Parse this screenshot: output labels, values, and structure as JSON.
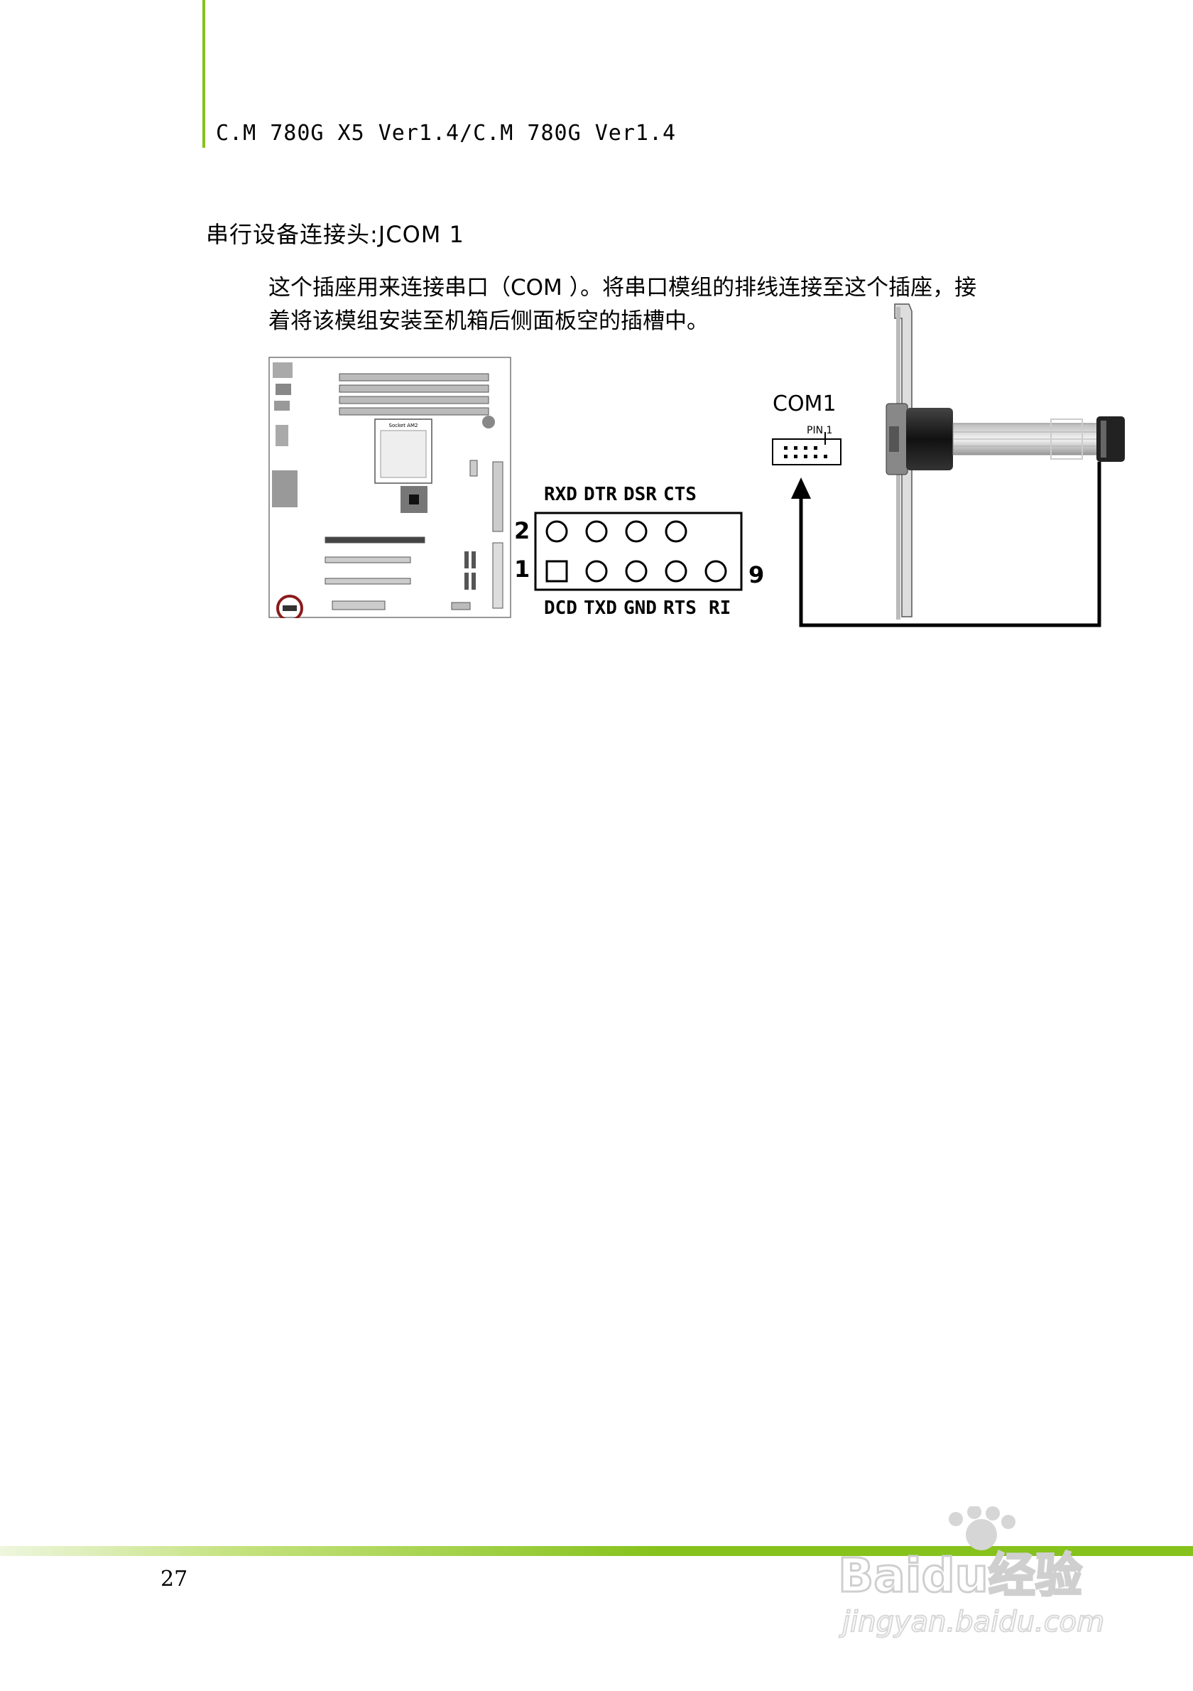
{
  "colors": {
    "accent_green": "#86c21c",
    "highlight_circle": "#8b1a1a"
  },
  "header": {
    "running_head": "C.M 780G X5 Ver1.4/C.M 780G Ver1.4"
  },
  "section": {
    "title": "串行设备连接头:JCOM 1",
    "paragraph_lines": [
      "这个插座用来连接串口（COM ）。将串口模组的排线连接至这个插座，接",
      "着将该模组安装至机箱后侧面板空的插槽中。"
    ]
  },
  "board_image": {
    "socket_label": "Socket AM2"
  },
  "pin_diagram": {
    "top_labels": [
      "RXD",
      "DTR",
      "DSR",
      "CTS"
    ],
    "bottom_labels": [
      "DCD",
      "TXD",
      "GND",
      "RTS",
      "RI"
    ],
    "row2_number": "2",
    "row1_number": "1",
    "last_pin_number": "9"
  },
  "bracket_figure": {
    "connector_label": "COM1",
    "pin_label": "PIN 1"
  },
  "footer": {
    "page_number": "27"
  },
  "watermark": {
    "brand": "Baidu经验",
    "url": "jingyan.baidu.com"
  }
}
